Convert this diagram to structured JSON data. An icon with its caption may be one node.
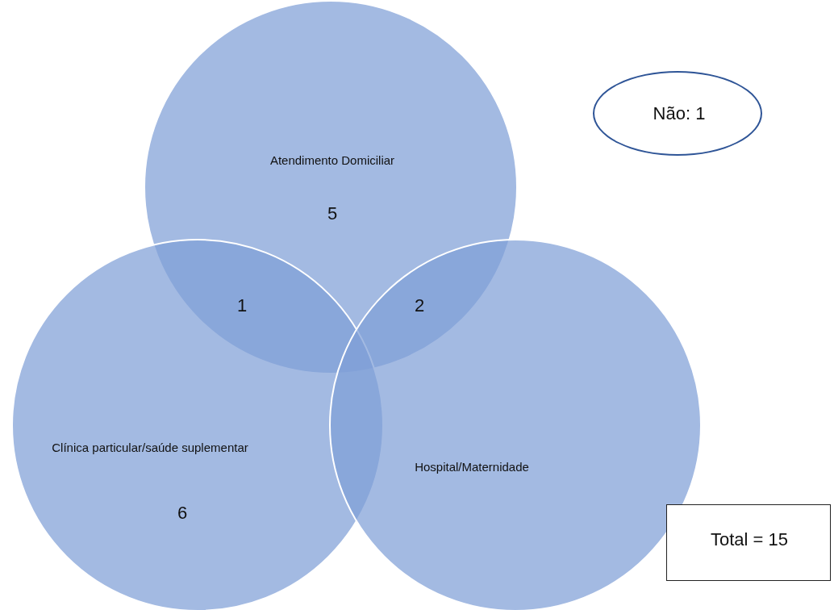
{
  "diagram": {
    "nodes": [
      {
        "text": [
          "Atendimento Domiciliar",
          "5"
        ]
      },
      {
        "text": [
          "Não: 1"
        ]
      },
      {
        "text": [
          "Clínica particular/saúde suplementar",
          "6"
        ]
      },
      {
        "text": [
          "Hospital/Maternidade"
        ]
      },
      {
        "text": [
          "Total = 15"
        ]
      }
    ],
    "edges": [],
    "labels": [
      "1",
      "2"
    ]
  }
}
